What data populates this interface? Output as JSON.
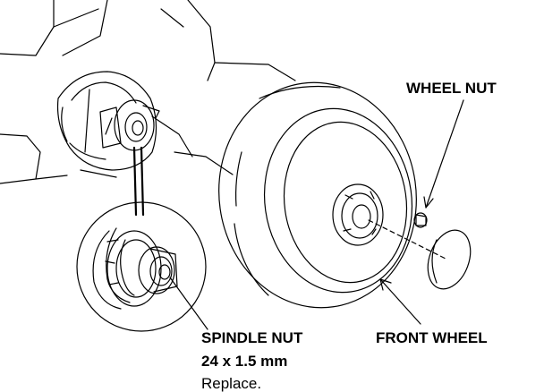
{
  "labels": {
    "wheel_nut": "WHEEL NUT",
    "front_wheel": "FRONT WHEEL",
    "spindle_nut": "SPINDLE NUT",
    "spindle_nut_size": "24 x 1.5 mm",
    "spindle_nut_note": "Replace."
  },
  "colors": {
    "ink": "#000000",
    "paper": "#ffffff"
  }
}
